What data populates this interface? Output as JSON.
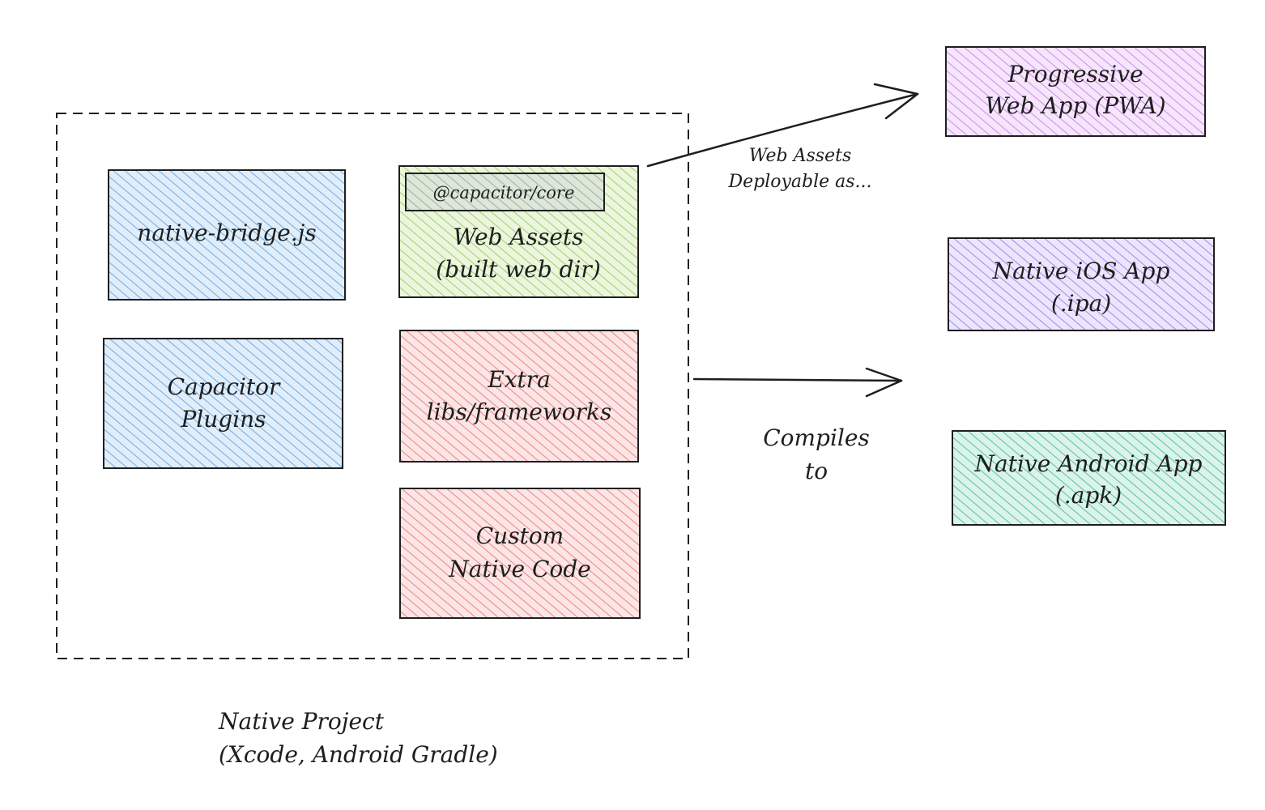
{
  "project": {
    "label_line1": "Native Project",
    "label_line2": "(Xcode, Android Gradle)"
  },
  "boxes": {
    "native_bridge": {
      "label": "native-bridge.js",
      "color": "#74b0e8"
    },
    "capacitor_plugins": {
      "line1": "Capacitor",
      "line2": "Plugins",
      "color": "#74b0e8"
    },
    "web_assets": {
      "tag": "@capacitor/core",
      "line1": "Web Assets",
      "line2": "(built web dir)",
      "color": "#a6d46b",
      "tag_color": "#adb5bd"
    },
    "extra_libs": {
      "line1": "Extra",
      "line2": "libs/frameworks",
      "color": "#ef8a8a"
    },
    "custom_native": {
      "line1": "Custom",
      "line2": "Native Code",
      "color": "#ef8a8a"
    }
  },
  "targets": {
    "pwa": {
      "line1": "Progressive",
      "line2": "Web App (PWA)",
      "color": "#d48ef0"
    },
    "ios": {
      "line1": "Native iOS App",
      "line2": "(.ipa)",
      "color": "#a98ef0"
    },
    "android": {
      "line1": "Native Android App",
      "line2": "(.apk)",
      "color": "#5cc9a0"
    }
  },
  "arrows": {
    "deploy": {
      "line1": "Web Assets",
      "line2": "Deployable as..."
    },
    "compile": {
      "line1": "Compiles",
      "line2": "to"
    }
  }
}
